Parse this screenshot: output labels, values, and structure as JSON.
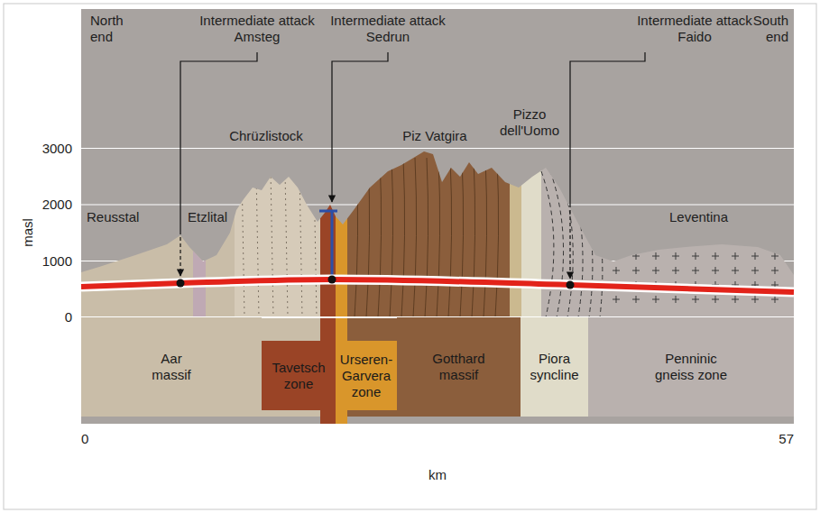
{
  "diagram": {
    "nodes": [
      {
        "text": [
          "Aar massif"
        ]
      },
      {
        "text": [
          "Tavetsch zone"
        ]
      },
      {
        "text": [
          "Urseren-Garvera zone"
        ]
      },
      {
        "text": [
          "Gotthard massif"
        ]
      },
      {
        "text": [
          "Piora syncline"
        ]
      },
      {
        "text": [
          "Penninic gneiss zone"
        ]
      }
    ],
    "labels": [
      "North end",
      "Intermediate attack Amsteg",
      "Intermediate attack Sedrun",
      "Intermediate attack Faido",
      "South end",
      "Pizzo dell'Uomo",
      "Chrüzlistock",
      "Piz Vatgira",
      "Reusstal",
      "Etzlital",
      "Leventina",
      "3000",
      "2000",
      "1000",
      "0",
      "masl",
      "0",
      "57",
      "km"
    ]
  }
}
